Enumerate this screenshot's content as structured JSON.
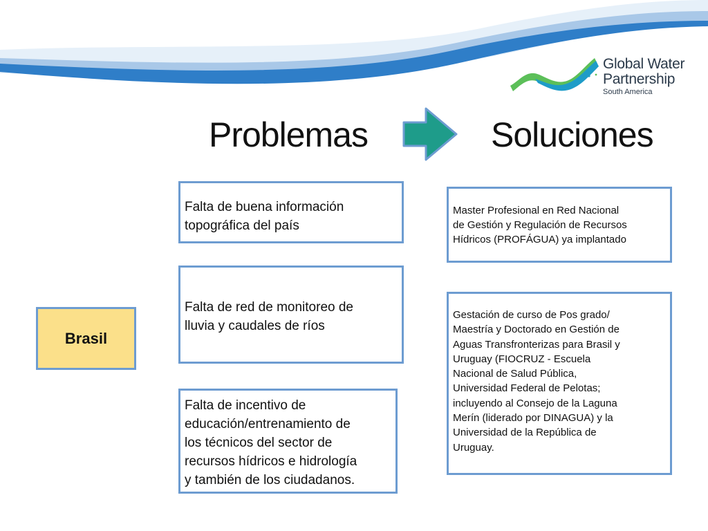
{
  "logo": {
    "line1": "Global Water",
    "line2": "Partnership",
    "sub": "South America"
  },
  "headings": {
    "problems": "Problemas",
    "solutions": "Soluciones"
  },
  "country": "Brasil",
  "problems": [
    [
      "Falta de buena información",
      "topográfica del país"
    ],
    [
      "Falta de red de monitoreo de",
      "lluvia y caudales de ríos"
    ],
    [
      "Falta de incentivo de",
      "educación/entrenamiento de",
      "los técnicos del sector de",
      "recursos hídricos e hidrología",
      "y también de los ciudadanos."
    ]
  ],
  "solutions": [
    [
      "Master Profesional en Red Nacional",
      "de Gestión y Regulación de Recursos",
      "Hídricos (PROFÁGUA) ya implantado"
    ],
    [
      "Gestación de curso de Pos grado/",
      "Maestría y Doctorado en Gestión de",
      "Aguas Transfronterizas para Brasil y",
      "Uruguay (FIOCRUZ - Escuela",
      "Nacional de Salud Pública,",
      "Universidad Federal de Pelotas;",
      "incluyendo al Consejo de la Laguna",
      "Merín (liderado por DINAGUA) y la",
      "Universidad de la República de",
      "Uruguay."
    ]
  ],
  "colors": {
    "box_border": "#6d9cd1",
    "country_fill": "#fbe08a",
    "arrow": "#1e9c8a",
    "wave_dark": "#2f7ec8",
    "wave_light": "#d9e9f7"
  },
  "icons": {
    "arrow": "right-arrow-icon",
    "logo": "wave-logo-icon"
  }
}
